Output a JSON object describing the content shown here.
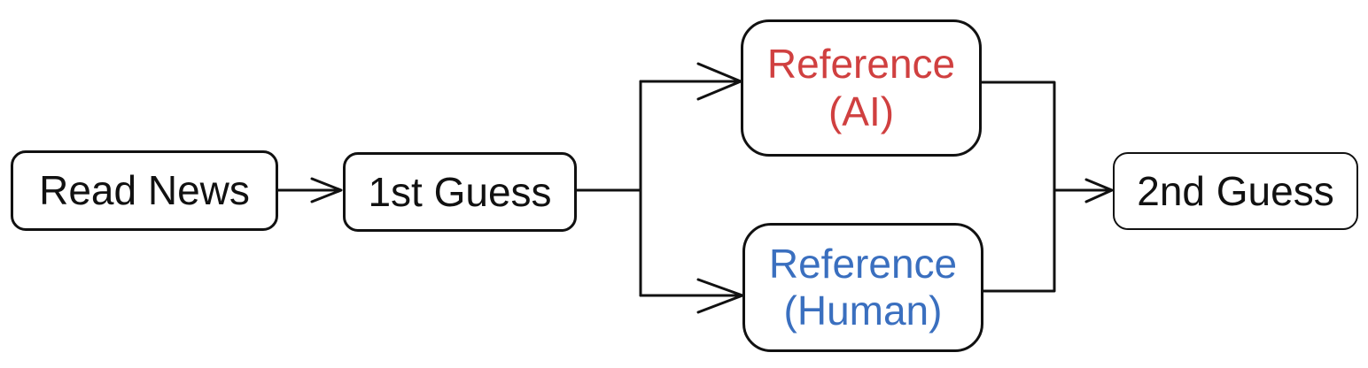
{
  "diagram": {
    "nodes": {
      "read_news": {
        "label": "Read News"
      },
      "first_guess": {
        "label": "1st Guess"
      },
      "reference_ai": {
        "line1": "Reference",
        "line2": "(AI)",
        "color": "#d04040"
      },
      "reference_human": {
        "line1": "Reference",
        "line2": "(Human)",
        "color": "#3a6fbf"
      },
      "second_guess": {
        "label": "2nd Guess"
      }
    },
    "edges": [
      {
        "from": "read_news",
        "to": "first_guess"
      },
      {
        "from": "first_guess",
        "to": "reference_ai"
      },
      {
        "from": "first_guess",
        "to": "reference_human"
      },
      {
        "from": "reference_ai",
        "to": "second_guess"
      },
      {
        "from": "reference_human",
        "to": "second_guess"
      }
    ],
    "colors": {
      "stroke": "#111111",
      "text": "#111111",
      "background": "#ffffff"
    }
  }
}
